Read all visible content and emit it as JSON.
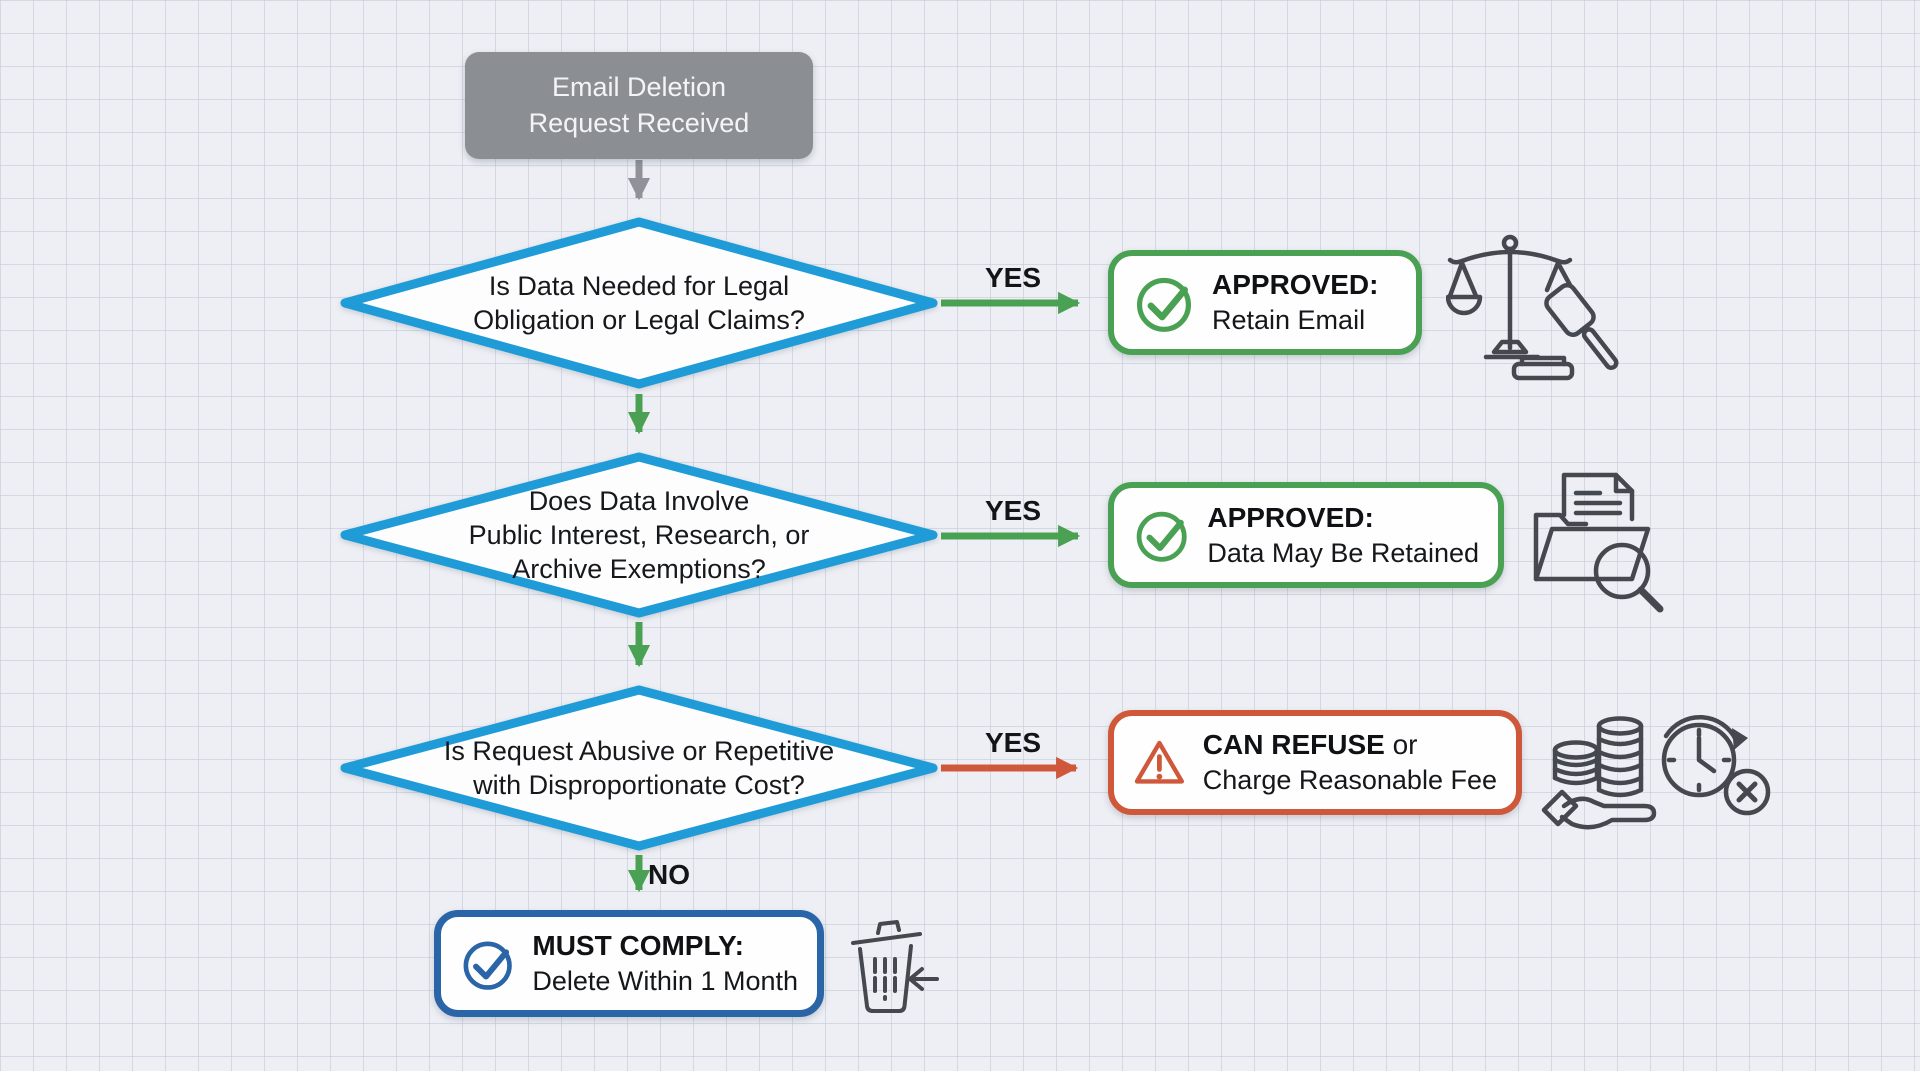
{
  "start_node": {
    "line1": "Email Deletion",
    "line2": "Request Received"
  },
  "decisions": [
    {
      "line1": "Is Data Needed for Legal",
      "line2": "Obligation or Legal Claims?",
      "yes_label": "YES"
    },
    {
      "line1": "Does Data Involve",
      "line2": "Public Interest, Research, or",
      "line3": "Archive Exemptions?",
      "yes_label": "YES"
    },
    {
      "line1": "Is Request Abusive or Repetitive",
      "line2": "with Disproportionate Cost?",
      "yes_label": "YES",
      "no_label": "NO"
    }
  ],
  "outcomes": [
    {
      "title": "APPROVED:",
      "subtitle": "Retain Email"
    },
    {
      "title": "APPROVED:",
      "subtitle": "Data May Be Retained"
    },
    {
      "title_bold": "CAN REFUSE",
      "title_rest": " or",
      "subtitle": "Charge Reasonable Fee"
    },
    {
      "title": "MUST COMPLY:",
      "subtitle": "Delete Within 1 Month"
    }
  ],
  "icons": {
    "approve_1": "check-circle-icon",
    "approve_2": "check-circle-icon",
    "refuse": "warning-triangle-icon",
    "comply": "check-circle-icon",
    "legal": "scales-and-gavel-icon",
    "research": "folder-search-icon",
    "fee": "coins-in-hand-icon",
    "time_limit": "clock-cancel-icon",
    "deletion": "trash-can-icon"
  },
  "colors": {
    "background": "#edeff4",
    "grid_line": "#d7dbe4",
    "start_gray": "#8b8f94",
    "decision_blue": "#1f9cd8",
    "approve_green": "#4ba153",
    "refuse_red": "#d0583a",
    "comply_blue": "#2a65a8",
    "icon_gray": "#45494f",
    "text_dark": "#15171a"
  }
}
